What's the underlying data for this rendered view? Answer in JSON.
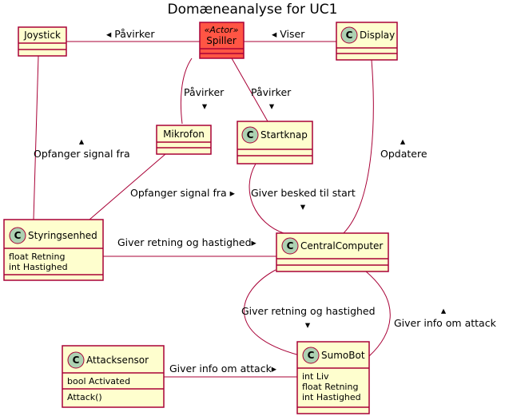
{
  "title": "Domæneanalyse for UC1",
  "class_marker": "C",
  "nodes": {
    "joystick": {
      "name": "Joystick"
    },
    "spiller": {
      "name": "Spiller",
      "stereotype": "«Actor»"
    },
    "display": {
      "name": "Display"
    },
    "mikrofon": {
      "name": "Mikrofon"
    },
    "startknap": {
      "name": "Startknap"
    },
    "styringsenhed": {
      "name": "Styringsenhed",
      "attributes": [
        "float Retning",
        "int Hastighed"
      ]
    },
    "centralcomputer": {
      "name": "CentralComputer"
    },
    "attacksensor": {
      "name": "Attacksensor",
      "attributes": [
        "bool Activated"
      ],
      "methods": [
        "Attack()"
      ]
    },
    "sumobot": {
      "name": "SumoBot",
      "attributes": [
        "int Liv",
        "float Retning",
        "int Hastighed"
      ]
    }
  },
  "edges": {
    "spiller_joystick": "◂ Påvirker",
    "spiller_display": "◂ Viser",
    "spiller_mikrofon_text": "Påvirker",
    "spiller_mikrofon_arrow": "▾",
    "spiller_startknap_text": "Påvirker",
    "spiller_startknap_arrow": "▾",
    "joystick_styring_arrow": "▴",
    "joystick_styring_text": "Opfanger signal fra",
    "display_central_arrow": "▴",
    "display_central_text": "Opdatere",
    "mikrofon_styring": "Opfanger signal fra ▸",
    "startknap_central_text": "Giver besked til start",
    "startknap_central_arrow": "▾",
    "styring_central": "Giver retning og hastighed▸",
    "central_sumo_text": "Giver retning og hastighed",
    "central_sumo_arrow": "▾",
    "sumo_central_arrow": "▴",
    "sumo_central_text": "Giver info om attack",
    "attack_sumo": "Giver info om attack▸"
  },
  "colors": {
    "class_fill": "#FEFECE",
    "border": "#A80036",
    "class_marker": "#ADD1B2",
    "actor_fill": "#FF5544"
  }
}
